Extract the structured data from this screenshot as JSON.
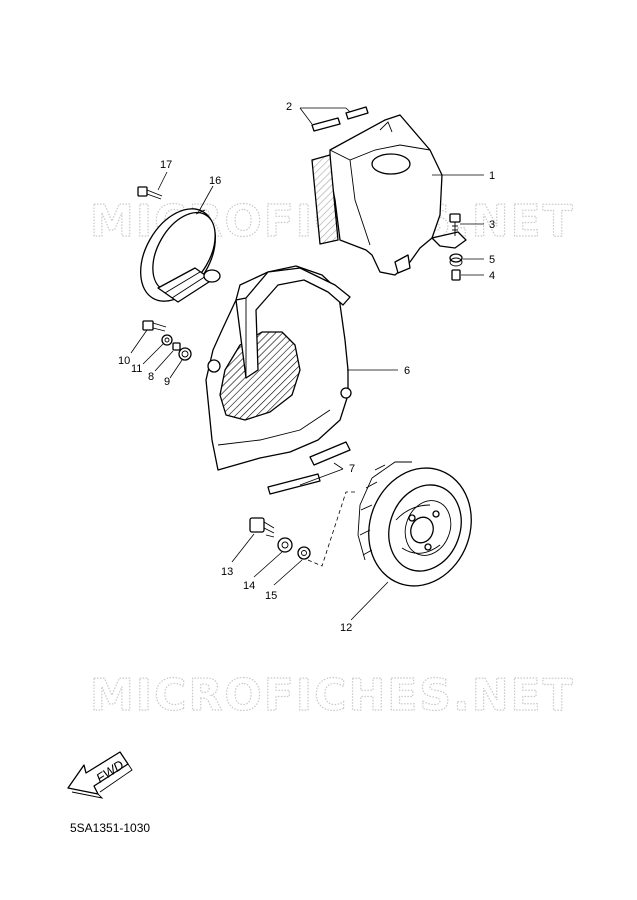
{
  "watermark": "MICROFICHES.NET",
  "direction_label": "FWD",
  "catalog_code": "5SA1351-1030",
  "part_numbers": {
    "p1": "1",
    "p2": "2",
    "p3": "3",
    "p4": "4",
    "p5": "5",
    "p6": "6",
    "p7": "7",
    "p8": "8",
    "p9": "9",
    "p10": "10",
    "p11": "11",
    "p12": "12",
    "p13": "13",
    "p14": "14",
    "p15": "15",
    "p16": "16",
    "p17": "17"
  }
}
